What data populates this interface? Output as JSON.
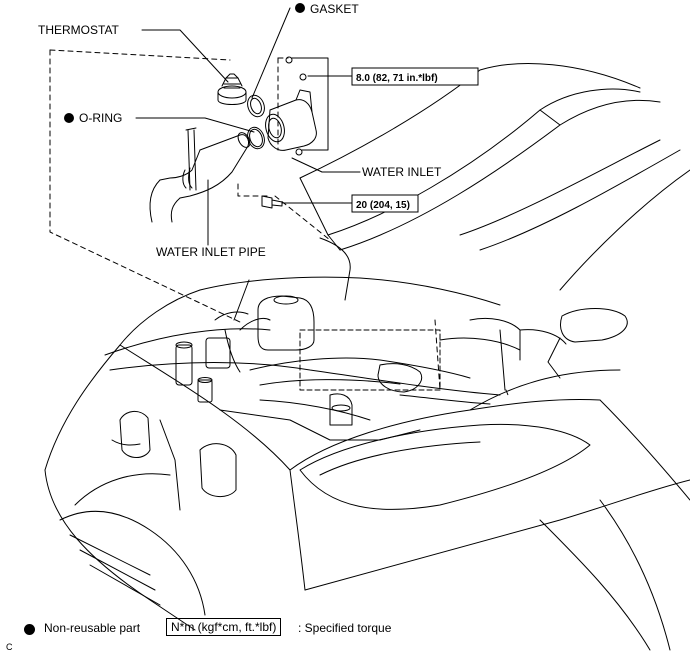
{
  "labels": {
    "thermostat": "THERMOSTAT",
    "gasket": "GASKET",
    "o_ring": "O-RING",
    "water_inlet": "WATER INLET",
    "water_inlet_pipe": "WATER INLET PIPE"
  },
  "torques": {
    "nuts": "8.0 (82, 71 in.*lbf)",
    "bolt": "20 (204, 15)"
  },
  "legend": {
    "non_reusable": "Non-reusable part",
    "torque_units": "N*m (kgf*cm, ft.*lbf)",
    "specified_torque": ": Specified torque"
  },
  "figure_code": "C"
}
